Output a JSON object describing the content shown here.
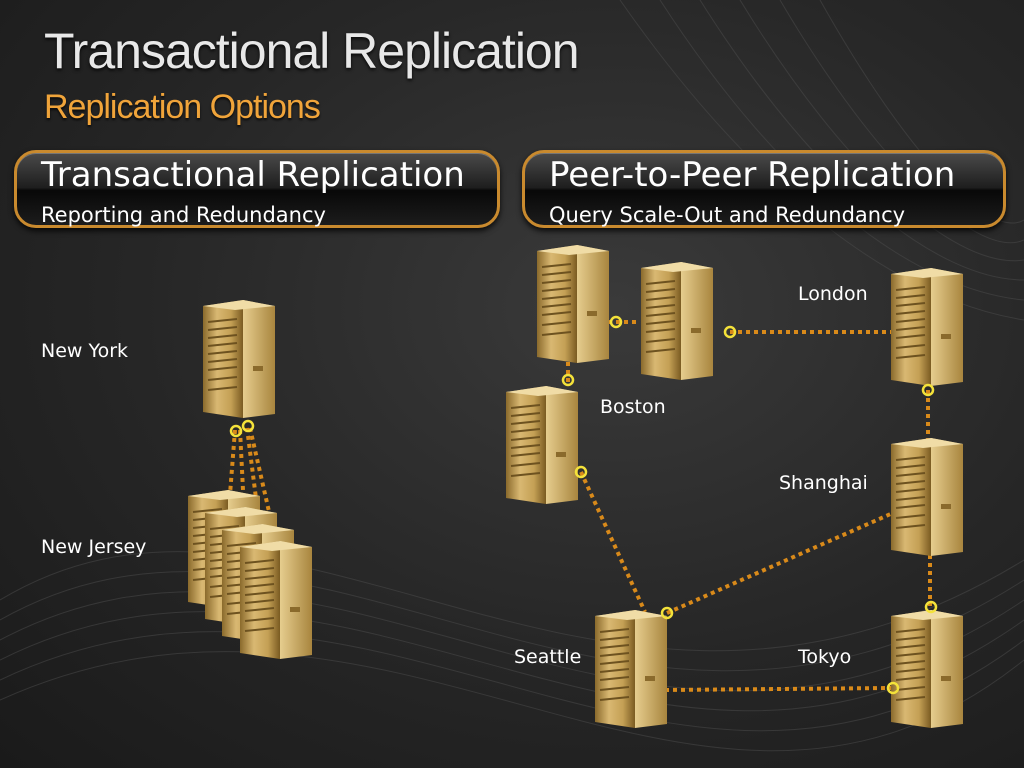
{
  "slide": {
    "title": "Transactional Replication",
    "subtitle": "Replication Options"
  },
  "panels": {
    "left": {
      "title": "Transactional Replication",
      "subtitle": "Reporting and Redundancy"
    },
    "right": {
      "title": "Peer-to-Peer Replication",
      "subtitle": "Query Scale-Out and Redundancy"
    }
  },
  "labels": {
    "new_york": "New York",
    "new_jersey": "New Jersey",
    "london": "London",
    "boston": "Boston",
    "shanghai": "Shanghai",
    "seattle": "Seattle",
    "tokyo": "Tokyo"
  },
  "colors": {
    "accent": "#f0a43a",
    "connector": "#d98a1a",
    "node_ring": "#f4e23a",
    "server": "#c9a45c"
  },
  "icons": [
    "server-icon",
    "connection-node-icon"
  ]
}
